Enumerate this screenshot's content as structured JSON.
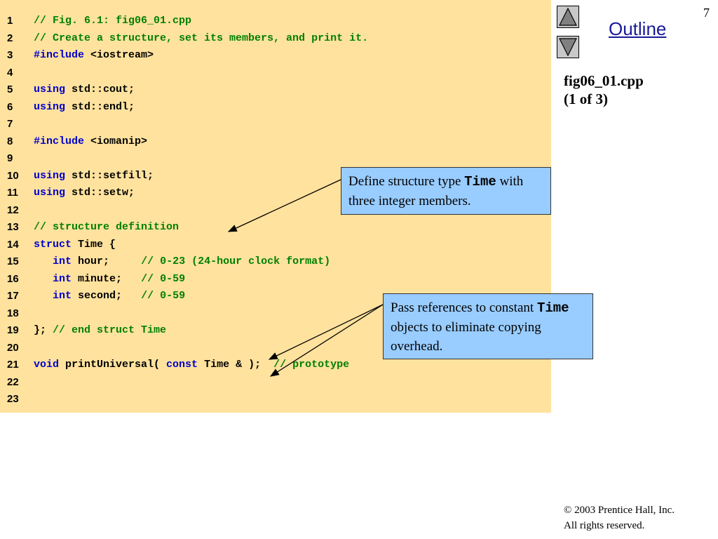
{
  "slide_number": "7",
  "outline": {
    "title": "Outline",
    "nav_up": "up-triangle-icon",
    "nav_down": "down-triangle-icon",
    "file_line1": "fig06_01.cpp",
    "file_line2": "(1 of 3)"
  },
  "code_lines": [
    {
      "num": "1",
      "segments": [
        {
          "t": "// Fig. 6.1: fig06_01.cpp",
          "c": "comment"
        }
      ]
    },
    {
      "num": "2",
      "segments": [
        {
          "t": "// Create a structure, set its members, and print it.",
          "c": "comment"
        }
      ]
    },
    {
      "num": "3",
      "segments": [
        {
          "t": "#include",
          "c": "kw"
        },
        {
          "t": " <iostream>",
          "c": "code"
        }
      ]
    },
    {
      "num": "4",
      "segments": []
    },
    {
      "num": "5",
      "segments": [
        {
          "t": "using",
          "c": "kw"
        },
        {
          "t": " std::cout;",
          "c": "code"
        }
      ]
    },
    {
      "num": "6",
      "segments": [
        {
          "t": "using",
          "c": "kw"
        },
        {
          "t": " std::endl;",
          "c": "code"
        }
      ]
    },
    {
      "num": "7",
      "segments": []
    },
    {
      "num": "8",
      "segments": [
        {
          "t": "#include",
          "c": "kw"
        },
        {
          "t": " <iomanip>",
          "c": "code"
        }
      ]
    },
    {
      "num": "9",
      "segments": []
    },
    {
      "num": "10",
      "segments": [
        {
          "t": "using",
          "c": "kw"
        },
        {
          "t": " std::setfill;",
          "c": "code"
        }
      ]
    },
    {
      "num": "11",
      "segments": [
        {
          "t": "using",
          "c": "kw"
        },
        {
          "t": " std::setw;",
          "c": "code"
        }
      ]
    },
    {
      "num": "12",
      "segments": []
    },
    {
      "num": "13",
      "segments": [
        {
          "t": "// structure definition",
          "c": "comment"
        }
      ]
    },
    {
      "num": "14",
      "segments": [
        {
          "t": "struct",
          "c": "kw"
        },
        {
          "t": " Time {",
          "c": "code"
        }
      ]
    },
    {
      "num": "15",
      "segments": [
        {
          "t": "   ",
          "c": "code"
        },
        {
          "t": "int",
          "c": "kw"
        },
        {
          "t": " hour;     ",
          "c": "code"
        },
        {
          "t": "// 0-23 (24-hour clock format)",
          "c": "comment"
        }
      ]
    },
    {
      "num": "16",
      "segments": [
        {
          "t": "   ",
          "c": "code"
        },
        {
          "t": "int",
          "c": "kw"
        },
        {
          "t": " minute;   ",
          "c": "code"
        },
        {
          "t": "// 0-59",
          "c": "comment"
        }
      ]
    },
    {
      "num": "17",
      "segments": [
        {
          "t": "   ",
          "c": "code"
        },
        {
          "t": "int",
          "c": "kw"
        },
        {
          "t": " second;   ",
          "c": "code"
        },
        {
          "t": "// 0-59",
          "c": "comment"
        }
      ]
    },
    {
      "num": "18",
      "segments": []
    },
    {
      "num": "19",
      "segments": [
        {
          "t": "}; ",
          "c": "code"
        },
        {
          "t": "// end struct Time",
          "c": "comment"
        }
      ]
    },
    {
      "num": "20",
      "segments": []
    },
    {
      "num": "21",
      "segments": [
        {
          "t": "void",
          "c": "kw"
        },
        {
          "t": " printUniversal( ",
          "c": "code"
        },
        {
          "t": "const",
          "c": "kw"
        },
        {
          "t": " Time & );  ",
          "c": "code"
        },
        {
          "t": "// prototype",
          "c": "comment"
        }
      ]
    },
    {
      "num": "22",
      "segments": []
    },
    {
      "num": "23",
      "segments": []
    }
  ],
  "callouts": {
    "struct_def": {
      "pre": "Define structure type ",
      "mono": "Time",
      "post": " with three integer members."
    },
    "references": {
      "pre": "Pass references to constant ",
      "mono": "Time",
      "post": " objects to eliminate copying overhead."
    }
  },
  "copyright": {
    "symbol": "©",
    "line1": " 2003 Prentice Hall, Inc.",
    "line2": "All rights reserved."
  },
  "colors": {
    "code_background": "#ffe29e",
    "comment": "#008000",
    "keyword": "#0000cc",
    "callout_background": "#99ccff",
    "outline_link": "#1a1a99"
  }
}
